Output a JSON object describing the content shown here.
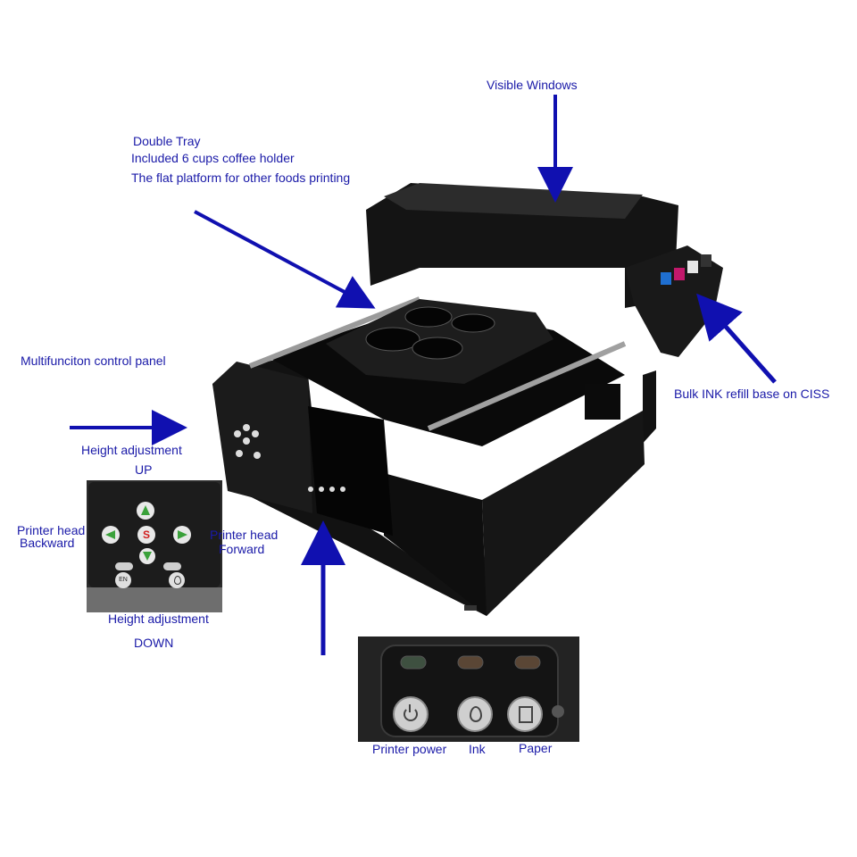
{
  "labels": {
    "visible_windows": "Visible Windows",
    "double_tray": "Double Tray",
    "cups_holder": "Included 6 cups coffee holder",
    "flat_platform": "The flat platform for other foods printing",
    "control_panel": "Multifunciton control panel",
    "bulk_ink": "Bulk INK refill base on CISS",
    "height_adj_up": "Height adjustment",
    "up": "UP",
    "head_backward_1": "Printer  head",
    "head_backward_2": "Backward",
    "head_forward_1": "Printer head",
    "head_forward_2": "Forward",
    "height_adj_down": "Height adjustment",
    "down": "DOWN",
    "printer_power": "Printer power",
    "ink": "Ink",
    "paper": "Paper"
  },
  "panel_buttons": {
    "stop": "S",
    "enter": "EN"
  },
  "colors": {
    "annotation": "#1a1aa8",
    "arrow": "#1010b0",
    "printer_body": "#111111"
  }
}
